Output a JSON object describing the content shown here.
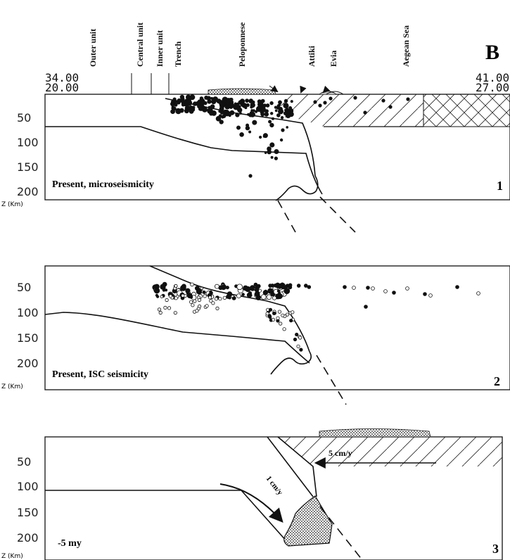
{
  "figure_letter": "B",
  "top_labels": [
    {
      "key": "outer",
      "text": "Outer unit"
    },
    {
      "key": "central",
      "text": "Central unit"
    },
    {
      "key": "inner",
      "text": "Inner unit"
    },
    {
      "key": "trench",
      "text": "Trench"
    },
    {
      "key": "peloponnese",
      "text": "Peloponnese"
    },
    {
      "key": "attiki",
      "text": "Attiki"
    },
    {
      "key": "evia",
      "text": "Evia"
    },
    {
      "key": "aegean",
      "text": "Aegean Sea"
    }
  ],
  "coords": {
    "left_top": "34.00",
    "left_bottom": "20.00",
    "right_top": "41.00",
    "right_bottom": "27.00"
  },
  "depth_ticks": [
    "50",
    "100",
    "150",
    "200"
  ],
  "depth_axis_label": "Z (Km)",
  "panels": [
    {
      "number": "1",
      "caption": "Present, microseismicity"
    },
    {
      "number": "2",
      "caption": "Present, ISC seismicity"
    },
    {
      "number": "3",
      "caption": "-5 my"
    }
  ],
  "panel3_annotations": {
    "overriding_rate": "5 cm/y",
    "slab_rate": "1 cm/y"
  },
  "colors": {
    "ink": "#111111",
    "background": "#ffffff"
  }
}
